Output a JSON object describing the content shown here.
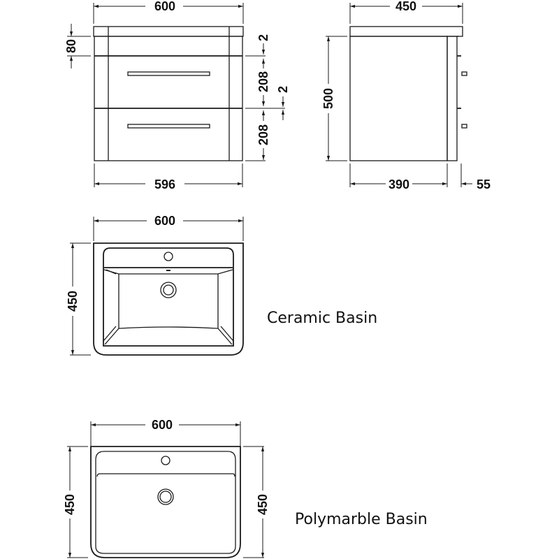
{
  "drawing": {
    "units": "mm",
    "front_view": {
      "overall_width": "600",
      "body_width": "596",
      "top_height": "80",
      "drawer_gap_top": "2",
      "drawer_gap_mid": "2",
      "drawer_1_height": "208",
      "drawer_2_height": "208"
    },
    "side_view": {
      "overall_depth": "450",
      "height": "500",
      "carcass_depth": "390",
      "front_depth": "55"
    },
    "ceramic_basin": {
      "label": "Ceramic Basin",
      "width": "600",
      "depth": "450"
    },
    "polymarble_basin": {
      "label": "Polymarble Basin",
      "width": "600",
      "depth_left": "450",
      "depth_right": "450"
    }
  }
}
